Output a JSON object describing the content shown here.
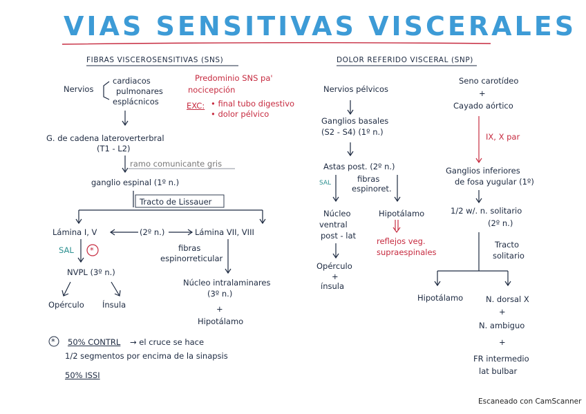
{
  "title": "VIAS SENSITIVAS VISCERALES",
  "left": {
    "heading": "FIBRAS VISCEROSENSITIVAS (SNS)",
    "nervios": "Nervios",
    "nerve_list": [
      "cardiacos",
      "pulmonares",
      "esplácnicos"
    ],
    "predominio_1": "Predominio SNS pa'",
    "predominio_2": "nocicepción",
    "exc_label": "EXC:",
    "exc_1": "• final tubo digestivo",
    "exc_2": "• dolor pélvico",
    "cadena_1": "G. de cadena lateroverterbral",
    "cadena_2": "(T1 - L2)",
    "ramo": "ramo comunicante gris",
    "ganglio": "ganglio espinal (1º n.)",
    "tracto_lissauer": "Tracto de Lissauer",
    "lamina_i": "Lámina I, V",
    "segunda_n": "(2º n.)",
    "lamina_vii": "Lámina VII, VIII",
    "sal": "SAL",
    "star": "*",
    "nvpl": "NVPL (3º n.)",
    "opercula": "Opérculo",
    "insula": "Ínsula",
    "fibras_1": "fibras",
    "fibras_2": "espinorreticular",
    "nucleo_intra_1": "Núcleo intralaminares",
    "nucleo_intra_2": "(3º n.)",
    "plus": "+",
    "hipotalamo": "Hipotálamo",
    "foot_star": "*",
    "foot_1": "50% CONTRL",
    "foot_1_rest": "→ el cruce se hace",
    "foot_2": "1/2 segmentos por encima de la sinapsis",
    "foot_3": "50% ISSI"
  },
  "right": {
    "heading": "DOLOR REFERIDO VISCERAL (SNP)",
    "nervios_pelvicos": "Nervios pélvicos",
    "ganglios_basales_1": "Ganglios basales",
    "ganglios_basales_2": "(S2 - S4) (1º n.)",
    "astas": "Astas post. (2º n.)",
    "sal": "SAL",
    "fibras_1": "fibras",
    "fibras_2": "espinoret.",
    "nucleo_ventral_1": "Núcleo",
    "nucleo_ventral_2": "ventral",
    "nucleo_ventral_3": "post - lat",
    "hipotalamo": "Hipotálamo",
    "reflejos_1": "reflejos veg.",
    "reflejos_2": "supraespinales",
    "operculo": "Opérculo",
    "plus": "+",
    "insula": "ínsula",
    "seno_1": "Seno carotídeo",
    "seno_plus": "+",
    "seno_2": "Cayado aórtico",
    "par": "IX, X par",
    "ganglios_inf_1": "Ganglios inferiores",
    "ganglios_inf_2": "de fosa yugular (1º)",
    "tractus_1": "1/2 w/. n. solitario",
    "tractus_2": "(2º n.)",
    "tracto_1": "Tracto",
    "tracto_2": "solitario",
    "hipotalamo_2": "Hipotálamo",
    "n_dorsal": "N. dorsal X",
    "n_ambiguo": "N. ambiguo",
    "fr_1": "FR intermedio",
    "fr_2": "lat bulbar"
  },
  "footer": "Escaneado con CamScanner"
}
